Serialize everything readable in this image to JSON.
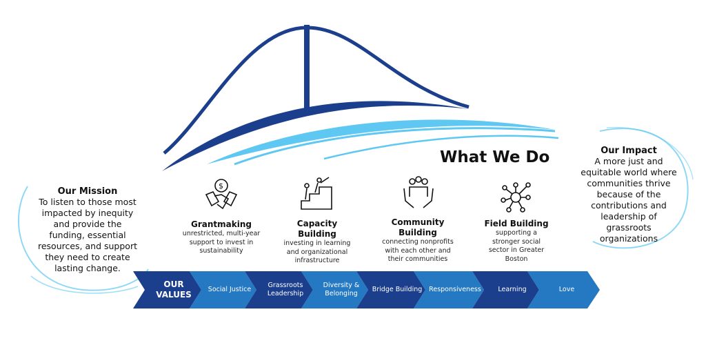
{
  "heading": "What We Do",
  "mission": {
    "title": "Our Mission",
    "text": "To listen to those most impacted by inequity and provide the funding, essential resources, and support they need to create lasting change."
  },
  "impact": {
    "title": "Our Impact",
    "text": "A more just and equitable world where communities thrive because of the contributions and leadership of grassroots organizations"
  },
  "services": [
    {
      "title": "Grantmaking",
      "desc": "unrestricted, multi-year support to invest in sustainability",
      "icon": "handshake-dollar-icon"
    },
    {
      "title": "Capacity Building",
      "desc": "investing in learning and organizational infrastructure",
      "icon": "stairs-climb-icon"
    },
    {
      "title": "Community Building",
      "desc": "connecting nonprofits with each other and their communities",
      "icon": "hands-people-icon"
    },
    {
      "title": "Field Building",
      "desc": "supporting a stronger social sector in Greater Boston",
      "icon": "network-icon"
    }
  ],
  "values": {
    "label": "OUR VALUES",
    "items": [
      "Social Justice",
      "Grassroots Leadership",
      "Diversity & Belonging",
      "Bridge Building",
      "Responsiveness",
      "Learning",
      "Love"
    ]
  },
  "colors": {
    "dark": "#1b3f8c",
    "light": "#2479c2",
    "sky": "#5ec8f2"
  }
}
